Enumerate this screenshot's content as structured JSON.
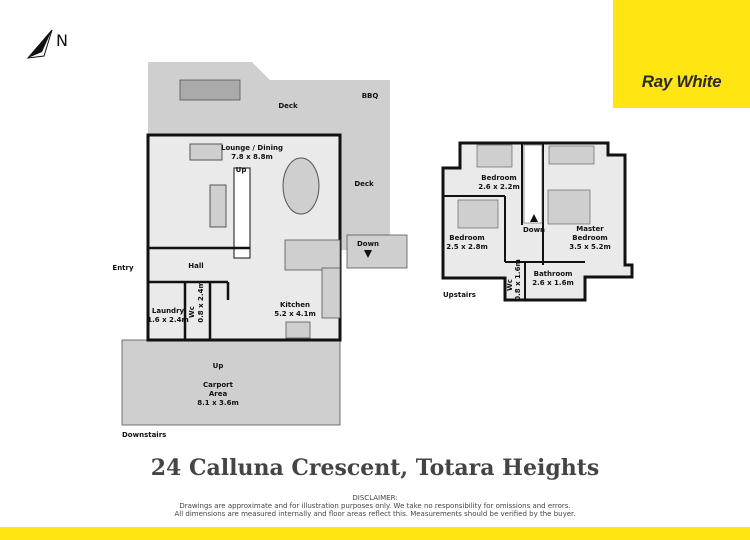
{
  "brand": {
    "name": "Ray White",
    "color": "#FFE512"
  },
  "compass": {
    "label": "N",
    "icon": "north-arrow-icon"
  },
  "title": "24 Calluna Crescent, Totara Heights",
  "disclaimer": {
    "heading": "DISCLAIMER:",
    "line1": "Drawings are approximate and for illustration purposes only. We take no responsibility for omissions and errors.",
    "line2": "All dimensions are measured internally and floor areas reflect this. Measurements should be verified by the buyer."
  },
  "downstairs": {
    "label": "Downstairs",
    "deck1": "Deck",
    "bbq": "BBQ",
    "deck2": "Deck",
    "down": "Down",
    "entry": "Entry",
    "hall": "Hall",
    "up1": "Up",
    "up2": "Up",
    "lounge": {
      "name": "Lounge / Dining",
      "size": "7.8 x 8.8m"
    },
    "kitchen": {
      "name": "Kitchen",
      "size": "5.2 x 4.1m"
    },
    "laundry": {
      "name": "Laundry",
      "size": "1.6 x 2.4m"
    },
    "wc": {
      "name": "Wc",
      "size": "0.8 x 2.4m"
    },
    "carport": {
      "name": "Carport",
      "name2": "Area",
      "size": "8.1 x 3.6m"
    }
  },
  "upstairs": {
    "label": "Upstairs",
    "down": "Down",
    "bedroom1": {
      "name": "Bedroom",
      "size": "2.6 x 2.2m"
    },
    "bedroom2": {
      "name": "Bedroom",
      "size": "2.5 x 2.8m"
    },
    "master": {
      "name": "Master",
      "name2": "Bedroom",
      "size": "3.5 x 5.2m"
    },
    "bathroom": {
      "name": "Bathroom",
      "size": "2.6 x 1.6m"
    },
    "wc": {
      "name": "Wc",
      "size": "0.8 x 1.6m"
    }
  }
}
